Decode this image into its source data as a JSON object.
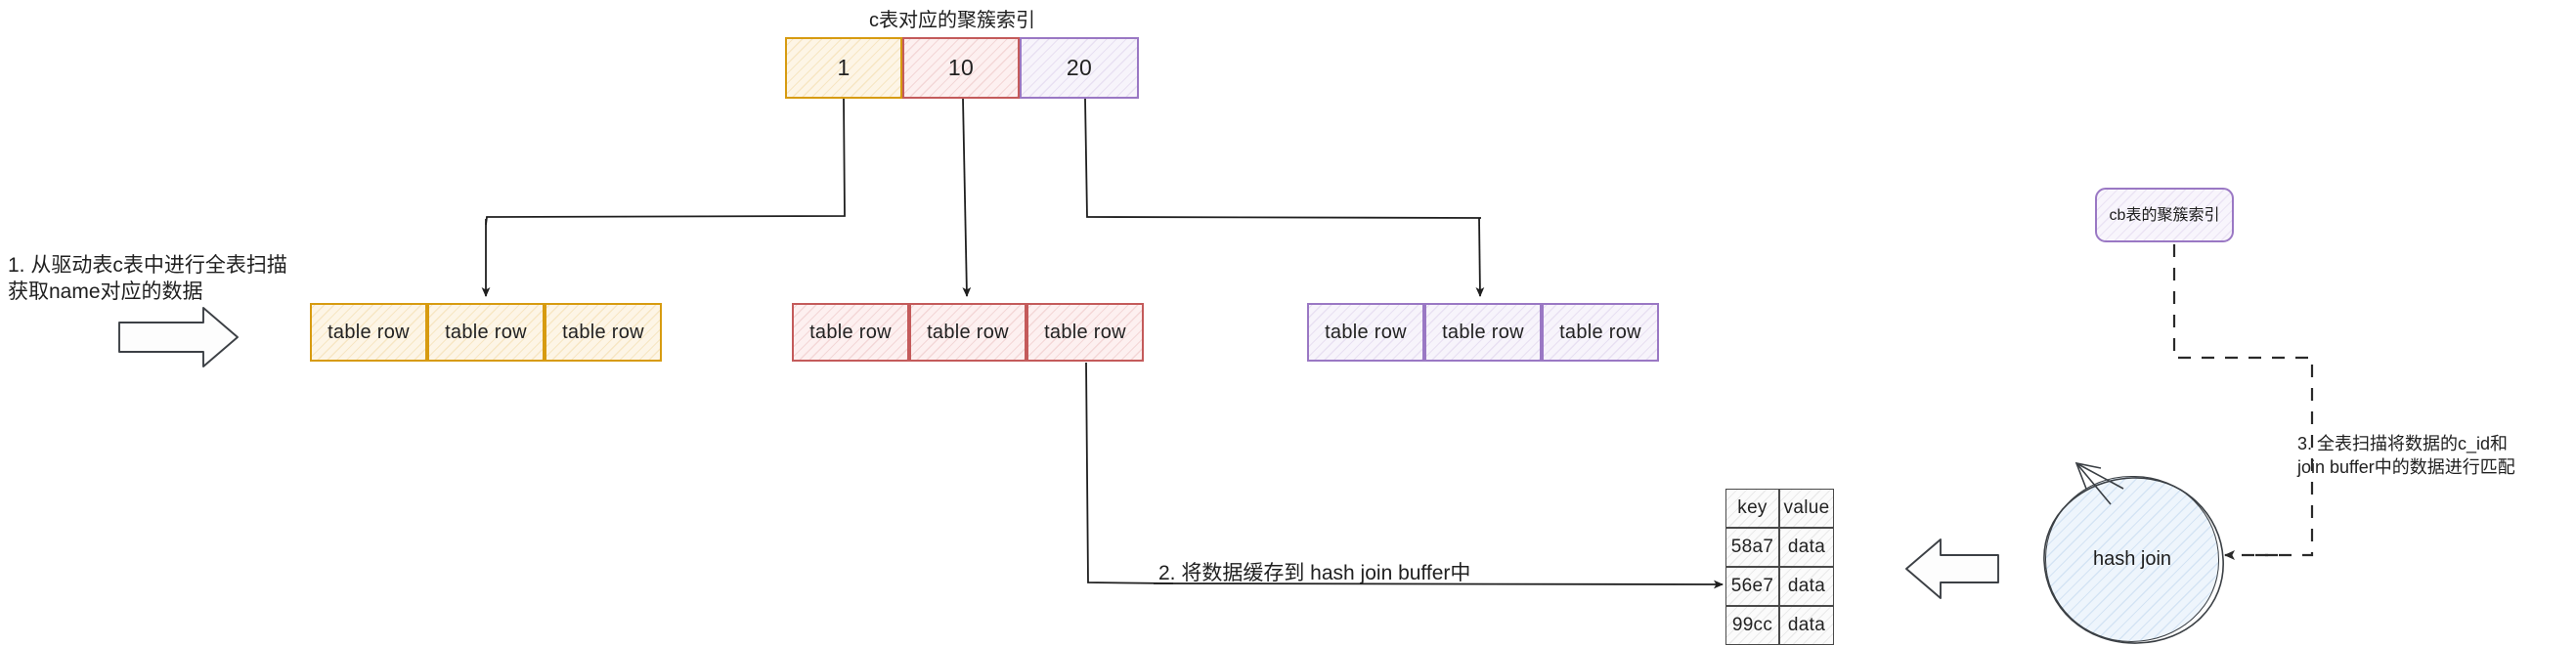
{
  "diagram": {
    "title": "c表对应的聚簇索引",
    "clustered_index": {
      "label": "c表对应的聚簇索引",
      "cells": [
        {
          "value": "1",
          "color": "#d79b10"
        },
        {
          "value": "10",
          "color": "#c45b5b"
        },
        {
          "value": "20",
          "color": "#9a78c4"
        }
      ]
    },
    "row_groups": [
      {
        "name": "yellow-group",
        "color": "#d79b10",
        "rows": [
          "table row",
          "table row",
          "table row"
        ]
      },
      {
        "name": "red-group",
        "color": "#c45b5b",
        "rows": [
          "table row",
          "table row",
          "table row"
        ]
      },
      {
        "name": "purple-group",
        "color": "#9a78c4",
        "rows": [
          "table row",
          "table row",
          "table row"
        ]
      }
    ],
    "steps": {
      "step1": "1. 从驱动表c表中进行全表扫描\n    获取name对应的数据",
      "step2": "2. 将数据缓存到 hash join buffer中",
      "step3": "3. 全表扫描将数据的c_id和\njoin buffer中的数据进行匹配"
    },
    "hash_buffer": {
      "headers": [
        "key",
        "value"
      ],
      "rows": [
        {
          "key": "58a7",
          "value": "data"
        },
        {
          "key": "56e7",
          "value": "data"
        },
        {
          "key": "99cc",
          "value": "data"
        }
      ]
    },
    "hash_join_node": {
      "label": "hash join",
      "fill": "#eef5fc"
    },
    "cb_index": {
      "label": "cb表的聚簇索引",
      "color": "#9a78c4"
    }
  }
}
